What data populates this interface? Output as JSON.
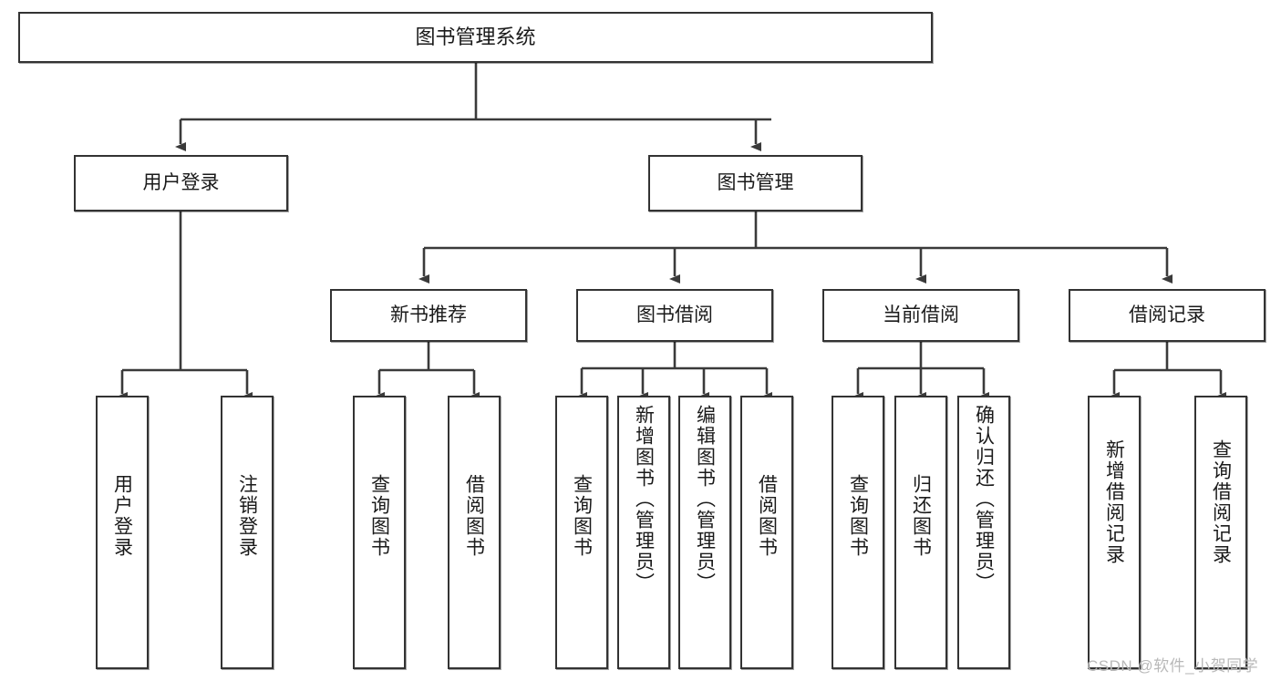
{
  "diagram": {
    "type": "tree-hierarchy-flowchart",
    "title": "图书管理系统",
    "watermark": "CSDN @软件_小贺同学",
    "colors": {
      "box_border": "#333333",
      "box_fill": "#ffffff",
      "connector": "#3a3a3a",
      "text": "#1a1a1a",
      "watermark": "#b9b9b9"
    },
    "nodes": {
      "root": {
        "label": "图书管理系统"
      },
      "level2": [
        {
          "label": "用户登录"
        },
        {
          "label": "图书管理"
        }
      ],
      "level3": [
        {
          "label": "新书推荐"
        },
        {
          "label": "图书借阅"
        },
        {
          "label": "当前借阅"
        },
        {
          "label": "借阅记录"
        }
      ],
      "leaves": {
        "user_login": [
          {
            "label": "用户登录"
          },
          {
            "label": "注销登录"
          }
        ],
        "new_book_recommend": [
          {
            "label": "查询图书"
          },
          {
            "label": "借阅图书"
          }
        ],
        "book_borrow": [
          {
            "label": "查询图书"
          },
          {
            "label": "新增图书（管理员）"
          },
          {
            "label": "编辑图书（管理员）"
          },
          {
            "label": "借阅图书"
          }
        ],
        "current_borrow": [
          {
            "label": "查询图书"
          },
          {
            "label": "归还图书"
          },
          {
            "label": "确认归还（管理员）"
          }
        ],
        "borrow_record": [
          {
            "label": "新增借阅记录"
          },
          {
            "label": "查询借阅记录"
          }
        ]
      }
    }
  }
}
